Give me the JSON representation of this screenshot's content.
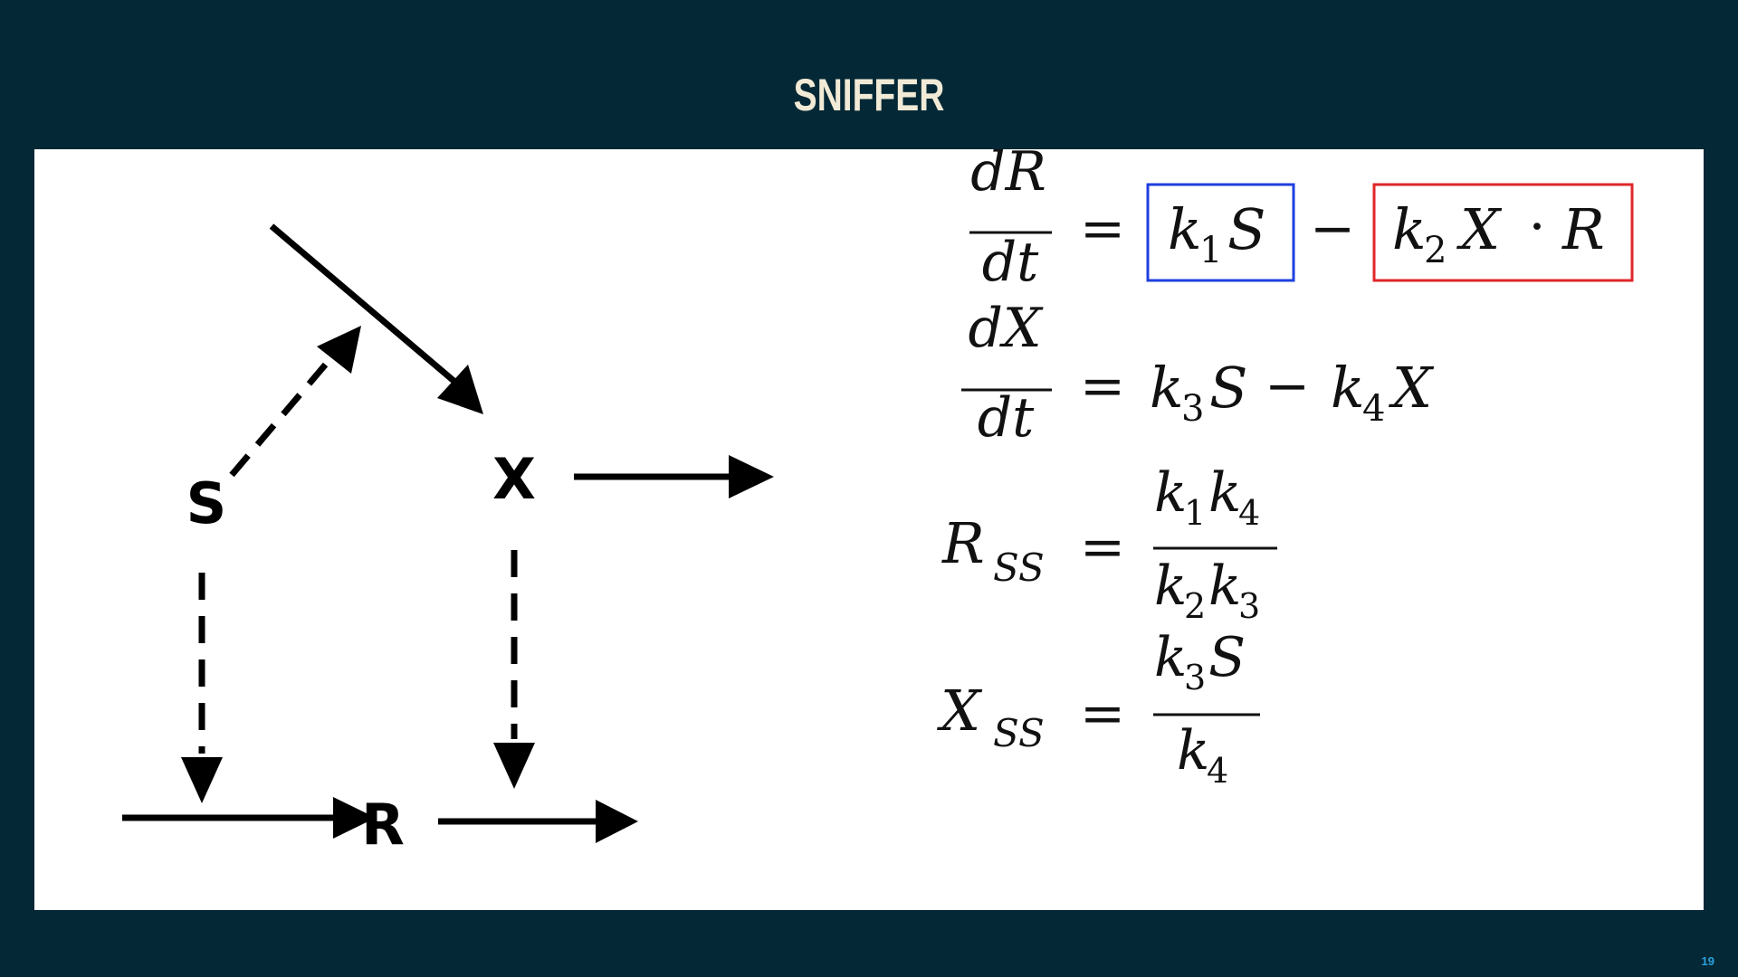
{
  "slide": {
    "title": "SNIFFER",
    "page_number": "19"
  },
  "diagram": {
    "nodes": [
      {
        "id": "S",
        "label": "S"
      },
      {
        "id": "X",
        "label": "X"
      },
      {
        "id": "R",
        "label": "R"
      }
    ],
    "edges": [
      {
        "from": "input",
        "to": "X",
        "style": "solid"
      },
      {
        "from": "S",
        "to": "input-X",
        "style": "dashed"
      },
      {
        "from": "X",
        "to": "output",
        "style": "solid"
      },
      {
        "from": "S",
        "to": "input-R",
        "style": "dashed"
      },
      {
        "from": "X",
        "to": "R-output",
        "style": "dashed"
      },
      {
        "from": "input",
        "to": "R",
        "style": "solid"
      },
      {
        "from": "R",
        "to": "output",
        "style": "solid"
      }
    ]
  },
  "equations": {
    "eq1": {
      "numerator": "dR",
      "denominator": "dt",
      "equals": "=",
      "term1": {
        "k": "k",
        "sub": "1",
        "var": "S",
        "box_color": "#1f3fe0"
      },
      "minus": "−",
      "term2": {
        "k": "k",
        "sub": "2",
        "var": "X",
        "dot": "·",
        "var2": "R",
        "box_color": "#e0262a"
      }
    },
    "eq2": {
      "numerator": "dX",
      "denominator": "dt",
      "equals": "=",
      "k_a": "k",
      "sub_a": "3",
      "var_a": "S",
      "minus": "−",
      "k_b": "k",
      "sub_b": "4",
      "var_b": "X"
    },
    "eq3": {
      "lhs": "R",
      "lhs_sub": "SS",
      "equals": "=",
      "num_k1": "k",
      "num_s1": "1",
      "num_k2": "k",
      "num_s2": "4",
      "den_k1": "k",
      "den_s1": "2",
      "den_k2": "k",
      "den_s2": "3"
    },
    "eq4": {
      "lhs": "X",
      "lhs_sub": "SS",
      "equals": "=",
      "num_k": "k",
      "num_s": "3",
      "num_var": "S",
      "den_k": "k",
      "den_s": "4"
    }
  }
}
